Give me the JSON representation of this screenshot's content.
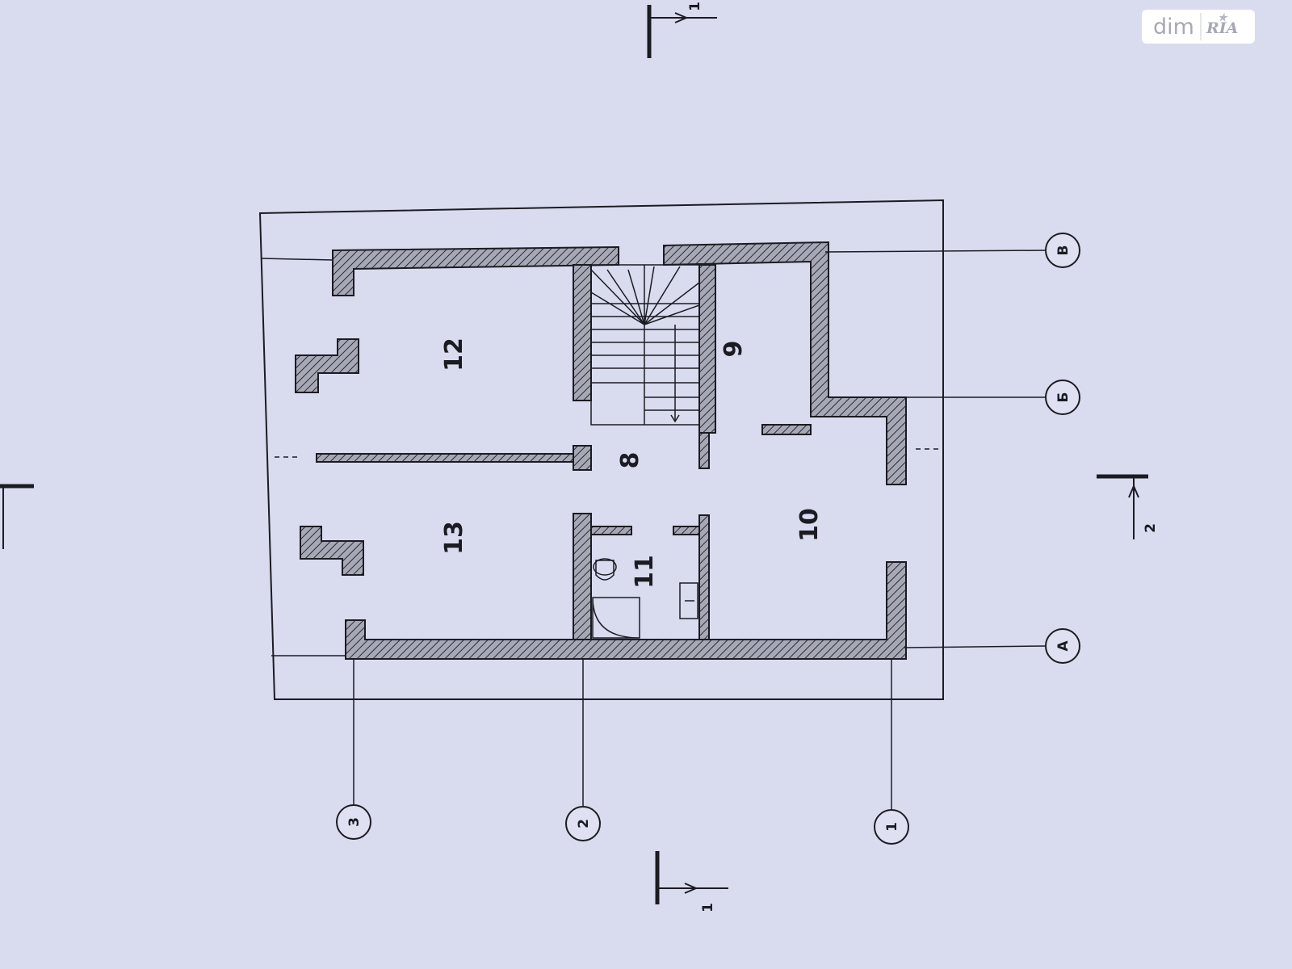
{
  "plan": {
    "rooms": [
      {
        "id": "8",
        "label": "8"
      },
      {
        "id": "9",
        "label": "9"
      },
      {
        "id": "10",
        "label": "10"
      },
      {
        "id": "11",
        "label": "11"
      },
      {
        "id": "12",
        "label": "12"
      },
      {
        "id": "13",
        "label": "13"
      }
    ],
    "grid_axes_numeric": [
      "1",
      "2",
      "3"
    ],
    "grid_axes_letter": [
      "А",
      "Б",
      "В"
    ],
    "section_marks": [
      "1",
      "1",
      "2"
    ]
  },
  "watermark": {
    "text": "dim",
    "logo_text": "RIA"
  },
  "colors": {
    "paper": "#d9dcef",
    "ink": "#1b1b22",
    "wall_fill": "#9c9caa"
  }
}
